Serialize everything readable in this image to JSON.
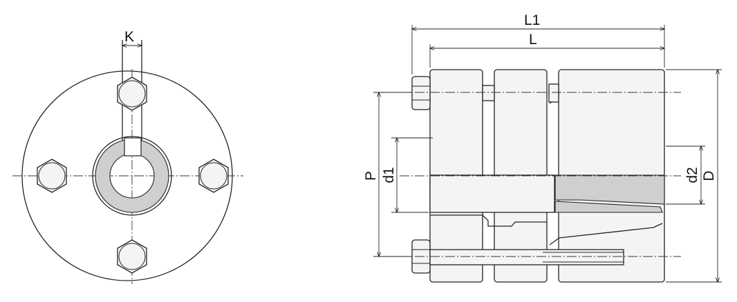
{
  "labels": {
    "K": "K",
    "L1": "L1",
    "L": "L",
    "P": "P",
    "d1": "d1",
    "d2": "d2",
    "D": "D"
  }
}
